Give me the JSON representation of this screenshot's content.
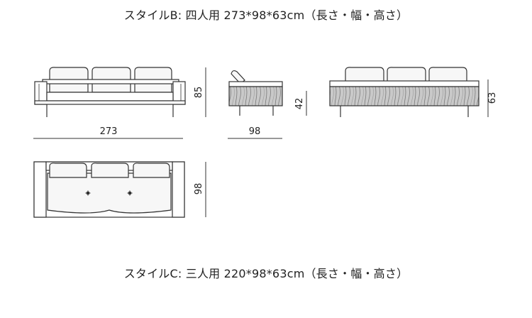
{
  "captions": {
    "top": "スタイルB: 四人用 273*98*63cm（長さ・幅・高さ）",
    "bottom": "スタイルC: 三人用 220*98*63cm（長さ・幅・高さ）"
  },
  "dimensions": {
    "front_width": "273",
    "front_height": "85",
    "side_depth": "98",
    "side_seat_height": "42",
    "back_height": "63",
    "top_depth": "98"
  },
  "colors": {
    "line": "#333333",
    "cushion": "#f7f7f7",
    "wood": "#8a8a8a"
  }
}
